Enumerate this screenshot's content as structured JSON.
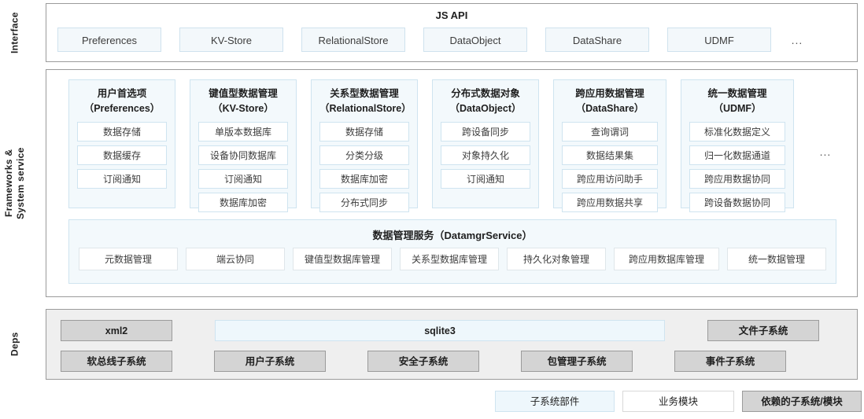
{
  "bands": {
    "interface": "Interface",
    "frameworks": "Frameworks &\nSystem service",
    "deps": "Deps"
  },
  "interface": {
    "title": "JS API",
    "boxes": [
      {
        "label": "Preferences"
      },
      {
        "label": "KV-Store"
      },
      {
        "label": "RelationalStore"
      },
      {
        "label": "DataObject"
      },
      {
        "label": "DataShare"
      },
      {
        "label": "UDMF"
      }
    ],
    "ellipsis": "..."
  },
  "frameworks": {
    "ellipsis": "...",
    "columns": [
      {
        "title": "用户首选项\n（Preferences）",
        "items": [
          "数据存储",
          "数据缓存",
          "订阅通知"
        ]
      },
      {
        "title": "键值型数据管理\n（KV-Store）",
        "items": [
          "单版本数据库",
          "设备协同数据库",
          "订阅通知",
          "数据库加密"
        ]
      },
      {
        "title": "关系型数据管理\n（RelationalStore）",
        "items": [
          "数据存储",
          "分类分级",
          "数据库加密",
          "分布式同步"
        ]
      },
      {
        "title": "分布式数据对象\n（DataObject）",
        "items": [
          "跨设备同步",
          "对象持久化",
          "订阅通知"
        ]
      },
      {
        "title": "跨应用数据管理\n（DataShare）",
        "items": [
          "查询谓词",
          "数据结果集",
          "跨应用访问助手",
          "跨应用数据共享"
        ]
      },
      {
        "title": "统一数据管理\n（UDMF）",
        "items": [
          "标准化数据定义",
          "归一化数据通道",
          "跨应用数据协同",
          "跨设备数据协同"
        ]
      }
    ],
    "service": {
      "title": "数据管理服务（DatamgrService）",
      "items": [
        "元数据管理",
        "端云协同",
        "键值型数据库管理",
        "关系型数据库管理",
        "持久化对象管理",
        "跨应用数据库管理",
        "统一数据管理"
      ]
    }
  },
  "deps": {
    "row1": [
      {
        "label": "xml2",
        "kind": "dep"
      },
      {
        "label": "sqlite3",
        "kind": "sqlite"
      },
      {
        "label": "文件子系统",
        "kind": "dep"
      }
    ],
    "row2": [
      {
        "label": "软总线子系统",
        "kind": "dep"
      },
      {
        "label": "用户子系统",
        "kind": "dep"
      },
      {
        "label": "安全子系统",
        "kind": "dep"
      },
      {
        "label": "包管理子系统",
        "kind": "dep"
      },
      {
        "label": "事件子系统",
        "kind": "dep"
      }
    ]
  },
  "legend": [
    {
      "label": "子系统部件",
      "kind": "sub"
    },
    {
      "label": "业务模块",
      "kind": "biz"
    },
    {
      "label": "依赖的子系统/模块",
      "kind": "dep"
    }
  ],
  "colors": {
    "subsystem_fill": "#eef7fc",
    "subsystem_border": "#cfe4f0",
    "business_fill": "#ffffff",
    "business_border": "#d9d9d9",
    "dependency_fill": "#d4d4d4",
    "dependency_border": "#9b9b9b",
    "panel_border": "#9b9b9b",
    "deps_panel_fill": "#efefef"
  }
}
